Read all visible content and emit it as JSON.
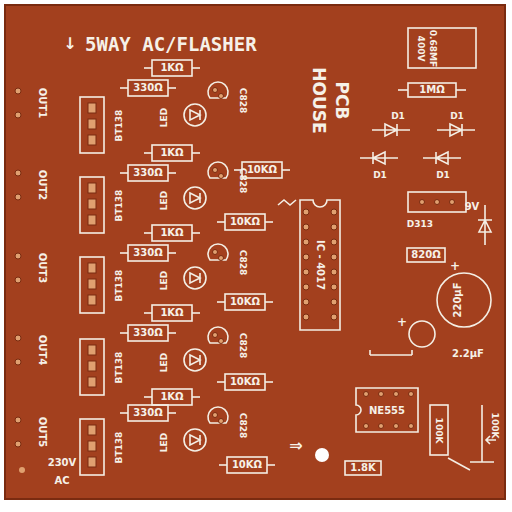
{
  "diagram": {
    "title": "5WAY AC/FLASHER",
    "labels": [
      "↓",
      "PCB",
      "HOUSE",
      "OUT1",
      "1KΩ",
      "330Ω",
      "LED",
      "BT138",
      "C828",
      "10KΩ",
      "OUT2",
      "1KΩ",
      "330Ω",
      "LED",
      "BT138",
      "C828",
      "10KΩ",
      "OUT3",
      "1KΩ",
      "330Ω",
      "LED",
      "BT138",
      "C828",
      "10KΩ",
      "OUT4",
      "1KΩ",
      "330Ω",
      "LED",
      "BT138",
      "C828",
      "10KΩ",
      "OUT5",
      "1KΩ",
      "330Ω",
      "LED",
      "BT138",
      "C828",
      "10KΩ",
      "0.68MF",
      "400V",
      "1MΩ",
      "D1",
      "D1",
      "D1",
      "D1",
      "D313",
      "9V",
      "820Ω",
      "+",
      "220μF",
      "+",
      "IC - 4017",
      "2.2μF",
      "NE555",
      "100K",
      "100K",
      "1.8K",
      "230V",
      "AC",
      "⇒"
    ]
  }
}
